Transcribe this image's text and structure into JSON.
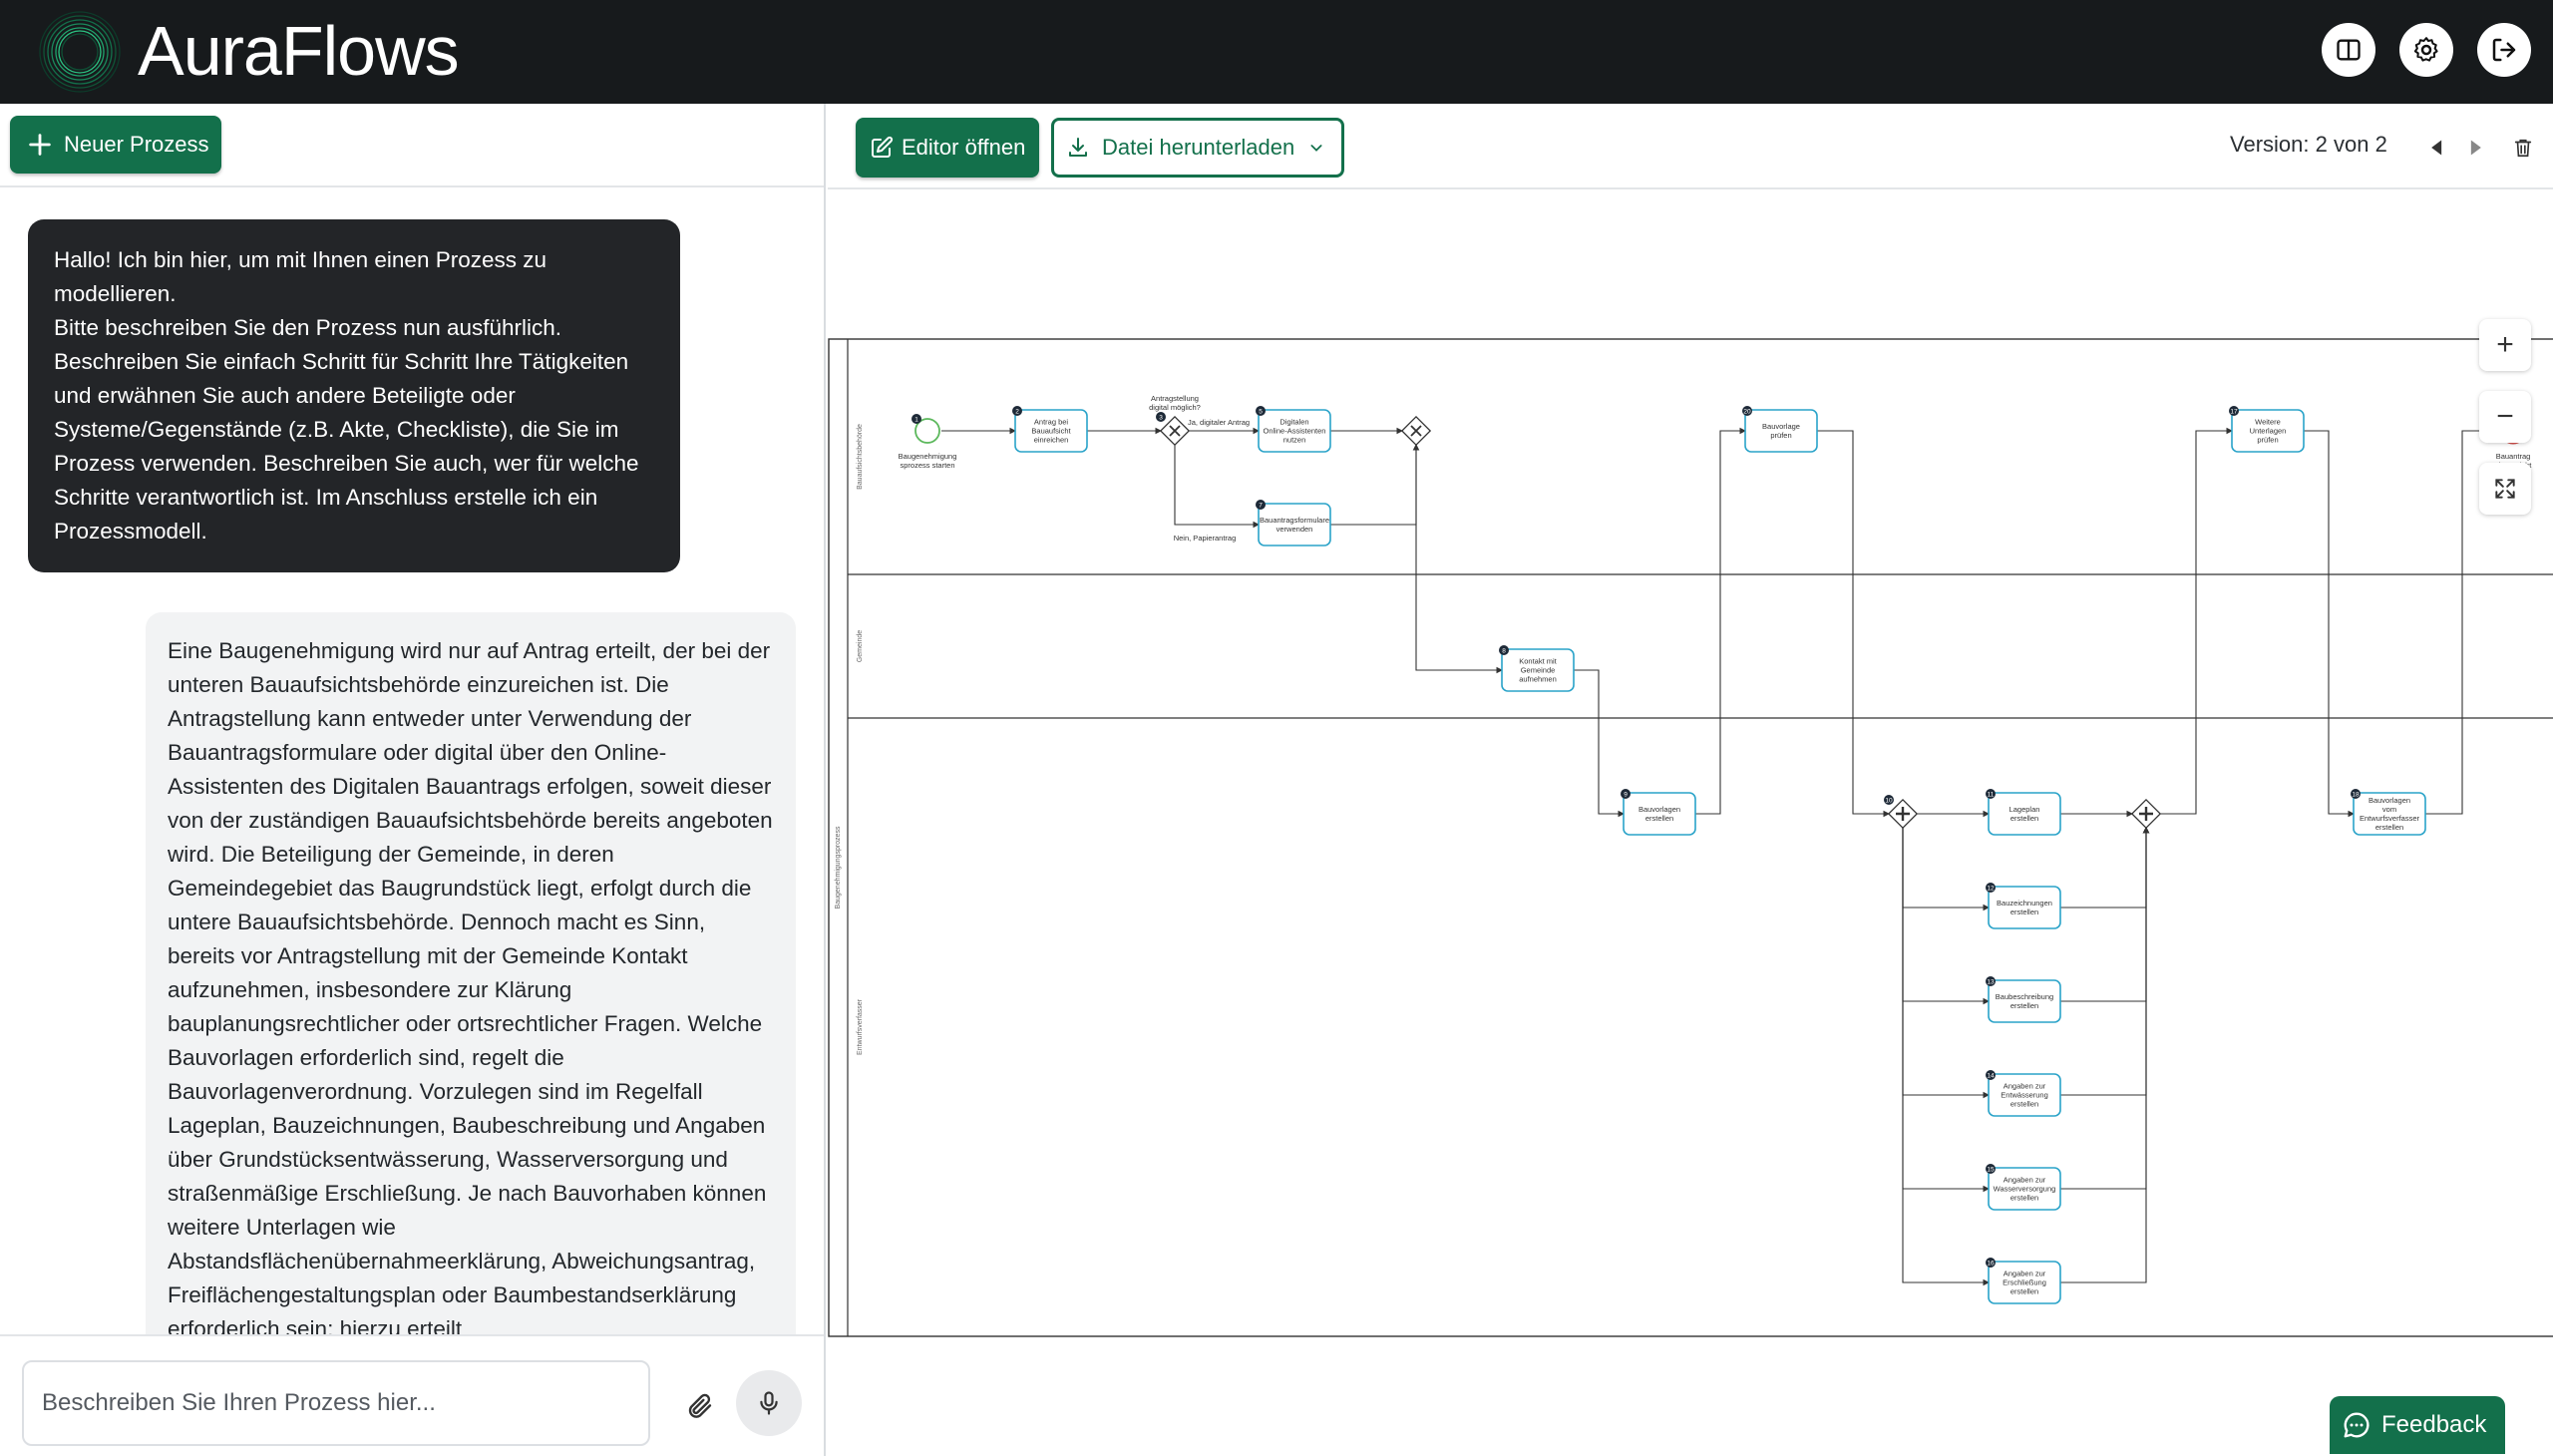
{
  "app": {
    "brand": "AuraFlows"
  },
  "chat": {
    "new_process_label": "Neuer Prozess",
    "assistant_message": "Hallo! Ich bin hier, um mit Ihnen einen Prozess zu modellieren.\nBitte beschreiben Sie den Prozess nun ausführlich. Beschreiben Sie einfach Schritt für Schritt Ihre Tätigkeiten und erwähnen Sie auch andere Beteiligte oder Systeme/Gegenstände (z.B. Akte, Checkliste), die Sie im Prozess verwenden. Beschreiben Sie auch, wer für welche Schritte verantwortlich ist. Im Anschluss erstelle ich ein Prozessmodell.",
    "user_message": "Eine Baugenehmigung wird nur auf Antrag erteilt, der bei der unteren Bauaufsichtsbehörde einzureichen ist. Die Antragstellung kann entweder unter Verwendung der Bauantragsformulare oder digital über den Online-Assistenten des Digitalen Bauantrags erfolgen, soweit dieser von der zuständigen Bauaufsichtsbehörde bereits angeboten wird. Die Beteiligung der Gemeinde, in deren Gemeindegebiet das Baugrundstück liegt, erfolgt durch die untere Bauaufsichtsbehörde. Dennoch macht es Sinn, bereits vor Antragstellung mit der Gemeinde Kontakt aufzunehmen, insbesondere zur Klärung bauplanungsrechtlicher oder ortsrechtlicher Fragen. Welche Bauvorlagen erforderlich sind, regelt die Bauvorlagenverordnung. Vorzulegen sind im Regelfall Lageplan, Bauzeichnungen, Baubeschreibung und Angaben über Grundstücksentwässerung, Wasserversorgung und straßenmäßige Erschließung. Je nach Bauvorhaben können weitere Unterlagen wie Abstandsflächenübernahmeerklärung, Abweichungsantrag, Freiflächengestaltungsplan oder Baumbestandserklärung erforderlich sein; hierzu erteilt",
    "input_placeholder": "Beschreiben Sie Ihren Prozess hier..."
  },
  "toolbar": {
    "open_editor_label": "Editor öffnen",
    "download_label": "Datei herunterladen",
    "version_label": "Version:",
    "version_current": "2",
    "version_separator": "von",
    "version_total": "2"
  },
  "canvas": {
    "zoom_in_symbol": "+",
    "zoom_out_symbol": "−"
  },
  "feedback": {
    "label": "Feedback"
  },
  "colors": {
    "brand_green": "#13704b",
    "header_bg": "#171a1c",
    "task_border": "#2aa3c9",
    "start_event": "#5cb85c"
  },
  "diagram": {
    "lanes": [
      {
        "id": "l1",
        "label": "Bauaufsichtsbehörde"
      },
      {
        "id": "l2",
        "label": "Gemeinde"
      },
      {
        "id": "l3",
        "label": "Entwurfsverfasser"
      }
    ],
    "pool_label": "Baugenehmigungsprozess",
    "nodes": [
      {
        "id": "s",
        "type": "start",
        "lane": "l1",
        "num": "1",
        "label": "Baugenehmigung sprozess starten"
      },
      {
        "id": "t2",
        "type": "task",
        "lane": "l1",
        "num": "2",
        "label": "Antrag bei Bauaufsicht einreichen"
      },
      {
        "id": "g3",
        "type": "xor",
        "lane": "l1",
        "num": "3",
        "label": "Antragstellung digital möglich?"
      },
      {
        "id": "t5",
        "type": "task",
        "lane": "l1",
        "num": "5",
        "label": "Digitalen Online-Assistenten nutzen"
      },
      {
        "id": "t7",
        "type": "task",
        "lane": "l1",
        "num": "7",
        "label": "Bauantragsformulare verwenden"
      },
      {
        "id": "gx",
        "type": "xor",
        "lane": "l1",
        "num": "",
        "label": ""
      },
      {
        "id": "t8",
        "type": "task",
        "lane": "l2",
        "num": "8",
        "label": "Kontakt mit Gemeinde aufnehmen"
      },
      {
        "id": "t9",
        "type": "task",
        "lane": "l3",
        "num": "9",
        "label": "Bauvorlagen erstellen"
      },
      {
        "id": "t20",
        "type": "task",
        "lane": "l1",
        "num": "20",
        "label": "Bauvorlage prüfen"
      },
      {
        "id": "p10",
        "type": "and",
        "lane": "l3",
        "num": "10",
        "label": ""
      },
      {
        "id": "t11",
        "type": "task",
        "lane": "l3",
        "num": "11",
        "label": "Lageplan erstellen"
      },
      {
        "id": "t12",
        "type": "task",
        "lane": "l3",
        "num": "12",
        "label": "Bauzeichnungen erstellen"
      },
      {
        "id": "t13",
        "type": "task",
        "lane": "l3",
        "num": "13",
        "label": "Baubeschreibung erstellen"
      },
      {
        "id": "t14",
        "type": "task",
        "lane": "l3",
        "num": "14",
        "label": "Angaben zur Entwässerung erstellen"
      },
      {
        "id": "t15",
        "type": "task",
        "lane": "l3",
        "num": "15",
        "label": "Angaben zur Wasserversorgung erstellen"
      },
      {
        "id": "t16",
        "type": "task",
        "lane": "l3",
        "num": "16",
        "label": "Angaben zur Erschließung erstellen"
      },
      {
        "id": "pj",
        "type": "and",
        "lane": "l3",
        "num": "",
        "label": ""
      },
      {
        "id": "t17",
        "type": "task",
        "lane": "l1",
        "num": "17",
        "label": "Weitere Unterlagen prüfen"
      },
      {
        "id": "t18",
        "type": "task",
        "lane": "l3",
        "num": "18",
        "label": "Bauvorlagen vom Entwurfsverfasser erstellen"
      },
      {
        "id": "e",
        "type": "end",
        "lane": "l1",
        "num": "",
        "label": "Bauantrag eingereicht"
      }
    ],
    "edges": [
      {
        "from": "s",
        "to": "t2",
        "label": ""
      },
      {
        "from": "t2",
        "to": "g3",
        "label": ""
      },
      {
        "from": "g3",
        "to": "t5",
        "label": "Ja, digitaler Antrag"
      },
      {
        "from": "g3",
        "to": "t7",
        "label": "Nein, Papierantrag"
      },
      {
        "from": "t5",
        "to": "gx",
        "label": ""
      },
      {
        "from": "t7",
        "to": "gx",
        "label": ""
      },
      {
        "from": "gx",
        "to": "t8",
        "label": ""
      },
      {
        "from": "t8",
        "to": "t9",
        "label": ""
      },
      {
        "from": "t9",
        "to": "t20",
        "label": ""
      },
      {
        "from": "t20",
        "to": "p10",
        "label": ""
      },
      {
        "from": "p10",
        "to": "t11",
        "label": ""
      },
      {
        "from": "p10",
        "to": "t12",
        "label": ""
      },
      {
        "from": "p10",
        "to": "t13",
        "label": ""
      },
      {
        "from": "p10",
        "to": "t14",
        "label": ""
      },
      {
        "from": "p10",
        "to": "t15",
        "label": ""
      },
      {
        "from": "p10",
        "to": "t16",
        "label": ""
      },
      {
        "from": "t11",
        "to": "pj",
        "label": ""
      },
      {
        "from": "t12",
        "to": "pj",
        "label": ""
      },
      {
        "from": "t13",
        "to": "pj",
        "label": ""
      },
      {
        "from": "t14",
        "to": "pj",
        "label": ""
      },
      {
        "from": "t15",
        "to": "pj",
        "label": ""
      },
      {
        "from": "t16",
        "to": "pj",
        "label": ""
      },
      {
        "from": "pj",
        "to": "t17",
        "label": ""
      },
      {
        "from": "t17",
        "to": "t18",
        "label": ""
      },
      {
        "from": "t18",
        "to": "e",
        "label": ""
      }
    ]
  }
}
